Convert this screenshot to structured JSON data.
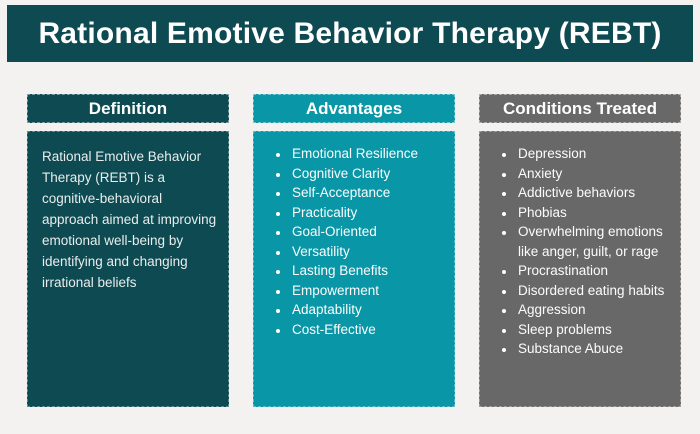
{
  "title": "Rational Emotive Behavior Therapy (REBT)",
  "colors": {
    "dark_teal": "#0d4a52",
    "teal": "#0996a6",
    "gray": "#686868",
    "background": "#f3f2f0"
  },
  "columns": [
    {
      "header": "Definition",
      "type": "paragraph",
      "body": "Rational Emotive Behavior Therapy (REBT) is a cognitive-behavioral approach aimed at improving emotional well-being by identifying and changing irrational beliefs"
    },
    {
      "header": "Advantages",
      "type": "list",
      "items": [
        "Emotional Resilience",
        "Cognitive Clarity",
        "Self-Acceptance",
        "Practicality",
        "Goal-Oriented",
        "Versatility",
        "Lasting Benefits",
        "Empowerment",
        "Adaptability",
        "Cost-Effective"
      ]
    },
    {
      "header": "Conditions Treated",
      "type": "list",
      "items": [
        "Depression",
        "Anxiety",
        "Addictive behaviors",
        "Phobias",
        "Overwhelming emotions like anger, guilt, or rage",
        "Procrastination",
        "Disordered eating habits",
        "Aggression",
        "Sleep problems",
        "Substance Abuce"
      ]
    }
  ]
}
